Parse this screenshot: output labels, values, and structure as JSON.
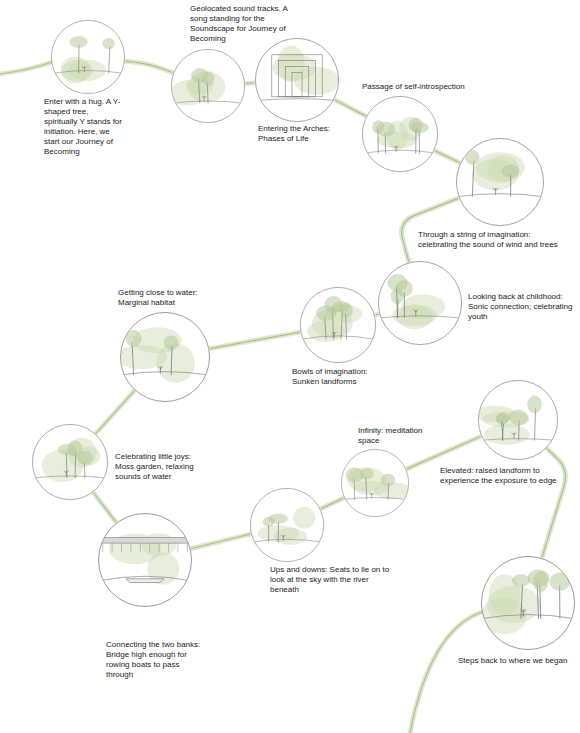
{
  "diagram": {
    "nodes": [
      {
        "text": [
          "Enter with a hug. A Y-shaped tree, spiritually Y stands for initiation. Here, we start our Journey of Becoming"
        ]
      },
      {
        "text": [
          "Geolocated sound tracks. A song standing for the Soundscape for Journey of Becoming"
        ]
      },
      {
        "text": [
          "Entering the Arches: Phases of Life"
        ]
      },
      {
        "text": [
          "Passage of self-introspection"
        ]
      },
      {
        "text": [
          "Through a string of imagination: celebrating the sound of wind and trees"
        ]
      },
      {
        "text": [
          "Looking back at childhood: Sonic connection; celebrating youth"
        ]
      },
      {
        "text": [
          "Bowls of imagination: Sunken landforms"
        ]
      },
      {
        "text": [
          "Getting close to water: Marginal habitat"
        ]
      },
      {
        "text": [
          "Celebrating little joys: Moss garden, relaxing sounds of water"
        ]
      },
      {
        "text": [
          "Connecting the two banks: Bridge high enough for rowing boats to pass through"
        ]
      },
      {
        "text": [
          "Ups and downs: Seats to lie on to look at the sky with the river beneath"
        ]
      },
      {
        "text": [
          "Infinity: meditation space"
        ]
      },
      {
        "text": [
          "Elevated: raised landform to experience the exposure to edge"
        ]
      },
      {
        "text": [
          "Steps back to where we began"
        ]
      }
    ],
    "edges": [
      {
        "from": 0,
        "to": 1,
        "arrow": "none"
      },
      {
        "from": 1,
        "to": 2,
        "arrow": "none"
      },
      {
        "from": 2,
        "to": 3,
        "arrow": "none"
      },
      {
        "from": 3,
        "to": 4,
        "arrow": "none"
      },
      {
        "from": 4,
        "to": 5,
        "arrow": "none"
      },
      {
        "from": 5,
        "to": 6,
        "arrow": "none"
      },
      {
        "from": 6,
        "to": 7,
        "arrow": "none"
      },
      {
        "from": 7,
        "to": 8,
        "arrow": "none"
      },
      {
        "from": 8,
        "to": 9,
        "arrow": "none"
      },
      {
        "from": 9,
        "to": 10,
        "arrow": "none"
      },
      {
        "from": 10,
        "to": 11,
        "arrow": "none"
      },
      {
        "from": 11,
        "to": 12,
        "arrow": "none"
      },
      {
        "from": 12,
        "to": 13,
        "arrow": "none"
      }
    ]
  }
}
